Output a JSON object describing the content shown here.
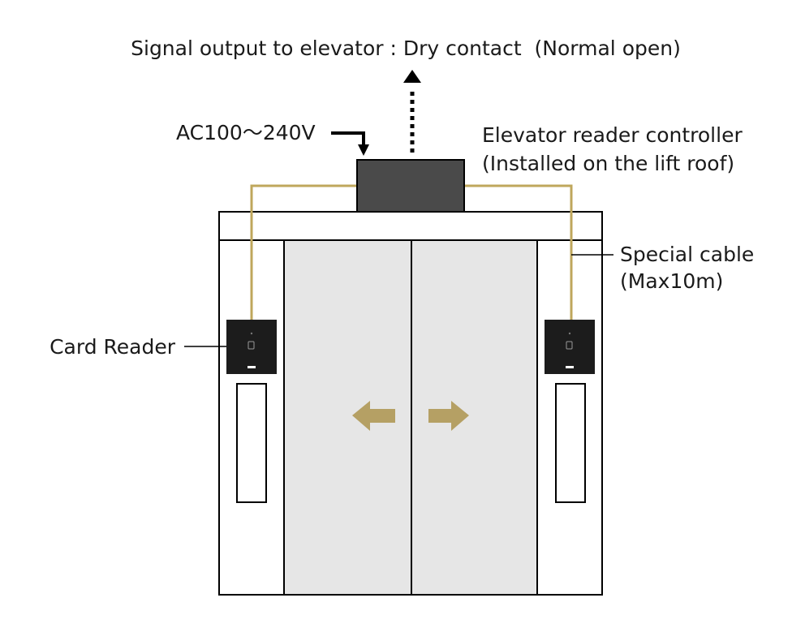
{
  "labels": {
    "signal_output": "Signal output to elevator : Dry contact  (Normal open)",
    "power_input": "AC100～240V",
    "controller_line1": "Elevator reader controller",
    "controller_line2": "(Installed on the lift roof)",
    "cable_line1": "Special cable",
    "cable_line2": "(Max10m)",
    "card_reader": "Card Reader"
  },
  "colors": {
    "cable": "#bfa75c",
    "door_arrow": "#b5a064",
    "controller_box": "#4a4a4a",
    "door_panel": "#e6e6e6",
    "reader_body": "#1c1c1c",
    "outline": "#000000"
  },
  "icons": {
    "signal_arrow": "dotted-up-arrow-icon",
    "power_arrow": "bent-down-arrow-icon",
    "door_open_left": "left-arrow-icon",
    "door_open_right": "right-arrow-icon",
    "reader_nfc": "nfc-icon"
  }
}
